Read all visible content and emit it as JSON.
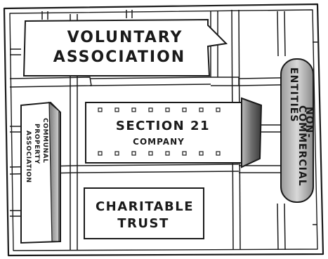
{
  "voluntary_association": {
    "line1": "VOLUNTARY",
    "line2": "ASSOCIATION"
  },
  "section21_company": {
    "line1": "SECTION 21",
    "line2": "COMPANY"
  },
  "charitable_trust": {
    "line1": "CHARITABLE",
    "line2": "TRUST"
  },
  "communal_property_association": {
    "line1": "COMMUNAL",
    "line2": "PROPERTY",
    "line3": "ASSOCIATION"
  },
  "non_commercial_entities": {
    "line1": "NON-",
    "line2": "COMMERCIAL",
    "line3": "ENTITIES"
  }
}
